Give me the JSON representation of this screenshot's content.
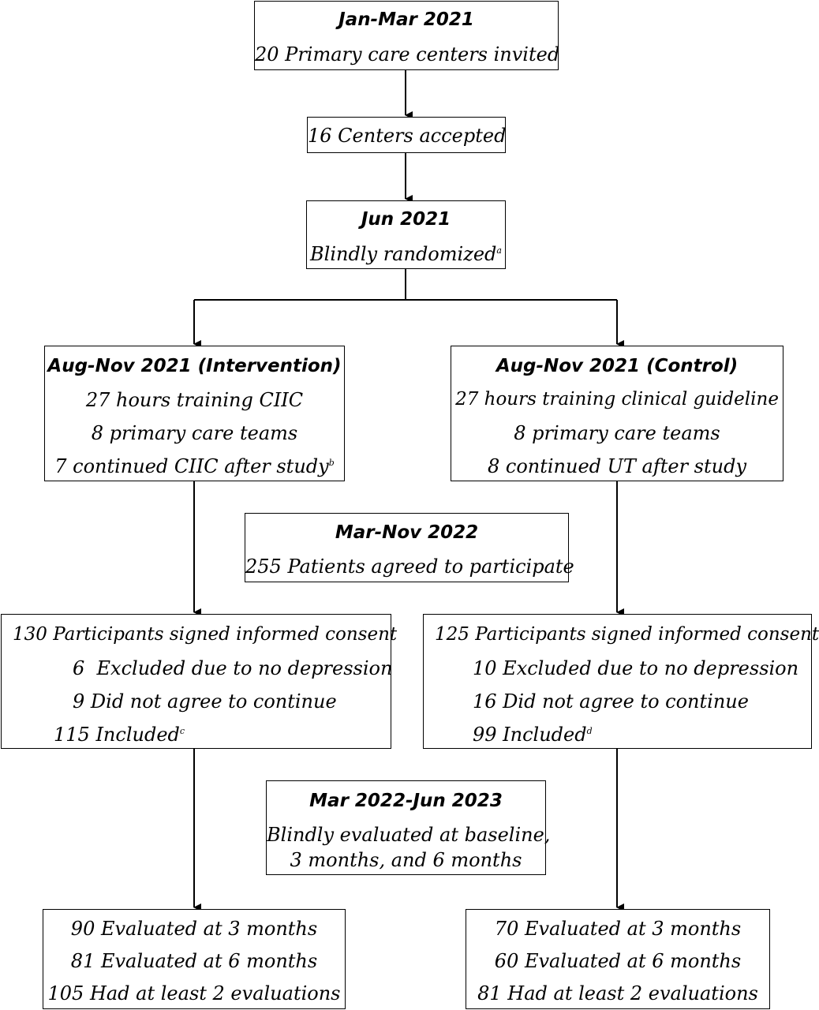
{
  "stage1": {
    "date": "Jan-Mar 2021",
    "text": "20 Primary care centers invited"
  },
  "stage2": {
    "text": "16 Centers accepted"
  },
  "stage3": {
    "date": "Jun 2021",
    "text": "Blindly randomized",
    "note": "a"
  },
  "intervention": {
    "header": "Aug-Nov 2021 (Intervention)",
    "line1": "27 hours training CIIC",
    "line2": "8 primary care teams",
    "line3": "7 continued CIIC after study",
    "note": "b"
  },
  "control": {
    "header": "Aug-Nov 2021 (Control)",
    "line1": "27 hours training clinical guideline",
    "line2": "8 primary care teams",
    "line3": "8 continued UT after study"
  },
  "recruit": {
    "date": "Mar-Nov 2022",
    "text": "255 Patients agreed to participate"
  },
  "intervention_enroll": {
    "line1": "130 Participants signed informed consent",
    "line2": "6  Excluded due to no depression",
    "line3": "9 Did not agree to continue",
    "line4": "115 Included",
    "note": "c"
  },
  "control_enroll": {
    "line1": "125 Participants signed informed consent",
    "line2": "10 Excluded due to no depression",
    "line3": "16 Did not agree to continue",
    "line4": "99 Included",
    "note": "d"
  },
  "evaluation": {
    "date": "Mar 2022-Jun 2023",
    "line1": "Blindly evaluated at baseline,",
    "line2": "3 months, and 6 months"
  },
  "intervention_followup": {
    "line1": "90 Evaluated at 3 months",
    "line2": "81 Evaluated at 6 months",
    "line3": "105 Had at least 2 evaluations"
  },
  "control_followup": {
    "line1": "70 Evaluated at 3 months",
    "line2": "60 Evaluated at 6 months",
    "line3": "81 Had at least 2 evaluations"
  }
}
